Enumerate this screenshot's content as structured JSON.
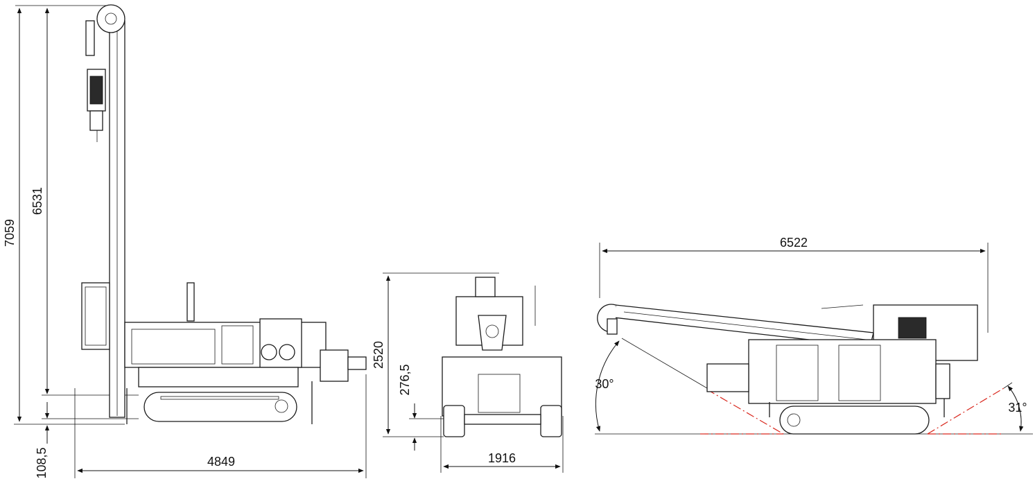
{
  "side_view": {
    "dims": {
      "total_height": "7059",
      "mast_height": "6531",
      "ground_clearance": "108,5",
      "length": "4849"
    }
  },
  "front_view": {
    "dims": {
      "height": "2520",
      "track_height": "276,5",
      "width": "1916"
    }
  },
  "transport_view": {
    "dims": {
      "length": "6522",
      "front_angle": "30°",
      "rear_angle": "31°"
    }
  },
  "colors": {
    "line": "#111111",
    "angle_guide": "#d9261c"
  }
}
